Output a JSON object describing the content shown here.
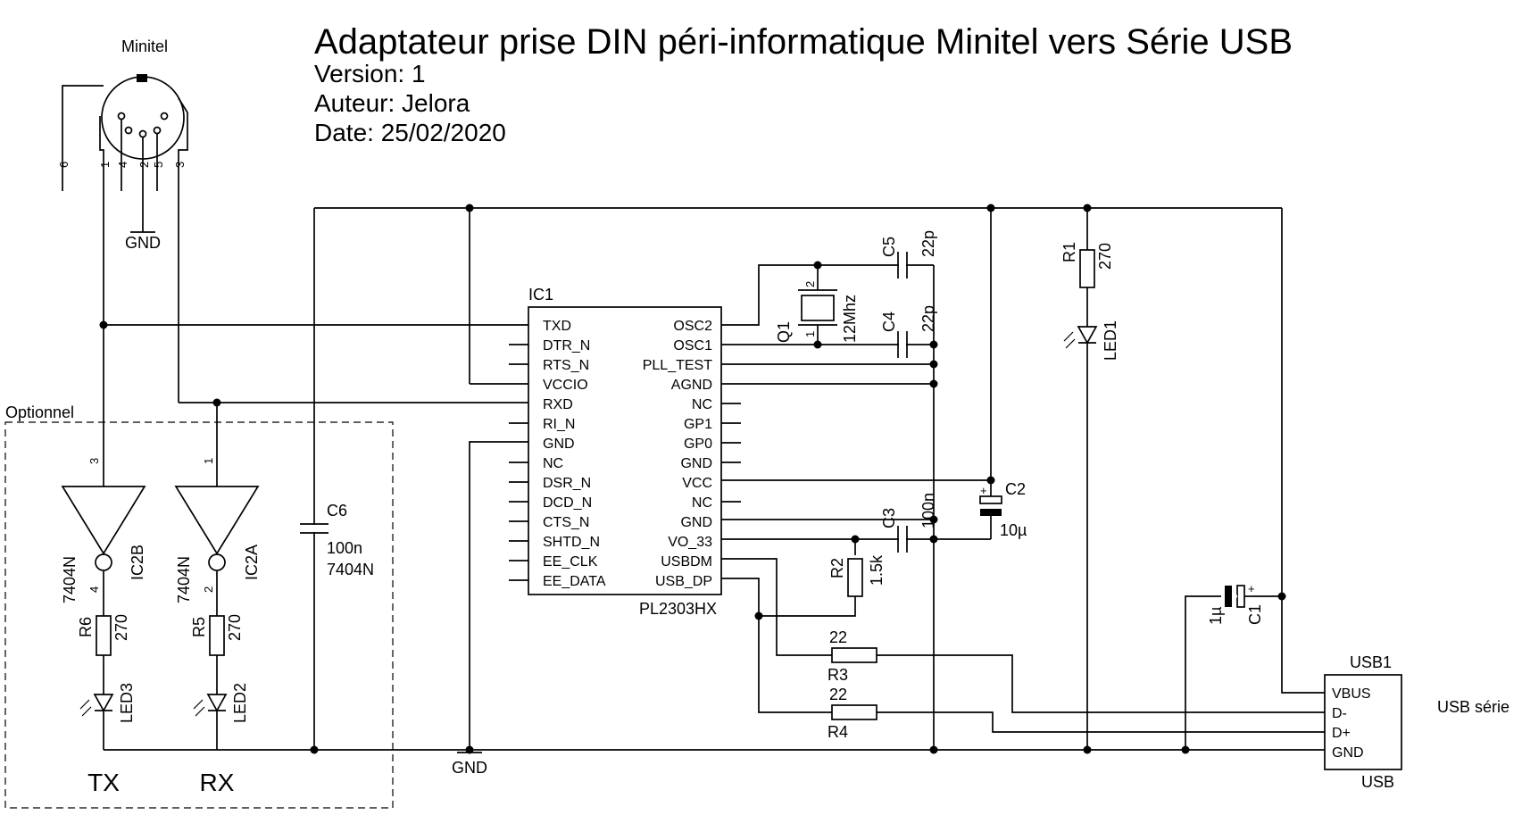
{
  "title": {
    "main": "Adaptateur prise DIN péri-informatique Minitel vers Série USB",
    "version": "Version: 1",
    "author": "Auteur: Jelora",
    "date": "Date: 25/02/2020"
  },
  "din": {
    "label": "Minitel",
    "pins": [
      "6",
      "1",
      "4",
      "2",
      "5",
      "3"
    ],
    "gnd": "GND"
  },
  "ic1": {
    "ref": "IC1",
    "part": "PL2303HX",
    "left_pins": [
      "TXD",
      "DTR_N",
      "RTS_N",
      "VCCIO",
      "RXD",
      "RI_N",
      "GND",
      "NC",
      "DSR_N",
      "DCD_N",
      "CTS_N",
      "SHTD_N",
      "EE_CLK",
      "EE_DATA"
    ],
    "right_pins": [
      "OSC2",
      "OSC1",
      "PLL_TEST",
      "AGND",
      "NC",
      "GP1",
      "GP0",
      "GND",
      "VCC",
      "NC",
      "GND",
      "VO_33",
      "USBDM",
      "USB_DP"
    ]
  },
  "components": {
    "c5": {
      "ref": "C5",
      "value": "22p"
    },
    "c4": {
      "ref": "C4",
      "value": "22p"
    },
    "q1": {
      "ref": "Q1",
      "value": "12Mhz",
      "pin1": "1",
      "pin2": "2"
    },
    "r1": {
      "ref": "R1",
      "value": "270"
    },
    "led1": {
      "ref": "LED1"
    },
    "c2": {
      "ref": "C2",
      "value": "10µ"
    },
    "c3": {
      "ref": "C3",
      "value": "100n"
    },
    "r2": {
      "ref": "R2",
      "value": "1.5k"
    },
    "r3": {
      "ref": "R3",
      "value": "22"
    },
    "r4": {
      "ref": "R4",
      "value": "22"
    },
    "c1": {
      "ref": "C1",
      "value": "1µ"
    },
    "c6": {
      "ref": "C6",
      "value": "100n",
      "note": "7404N"
    },
    "ic2b": {
      "ref": "IC2B",
      "part": "7404N",
      "pin_in": "3",
      "pin_out": "4"
    },
    "ic2a": {
      "ref": "IC2A",
      "part": "7404N",
      "pin_in": "1",
      "pin_out": "2"
    },
    "r6": {
      "ref": "R6",
      "value": "270"
    },
    "r5": {
      "ref": "R5",
      "value": "270"
    },
    "led3": {
      "ref": "LED3"
    },
    "led2": {
      "ref": "LED2"
    }
  },
  "usb": {
    "ref": "USB1",
    "pins": [
      "VBUS",
      "D-",
      "D+",
      "GND"
    ],
    "type": "USB",
    "caption": "USB série"
  },
  "labels": {
    "optional": "Optionnel",
    "tx": "TX",
    "rx": "RX",
    "gnd_bottom": "GND"
  }
}
